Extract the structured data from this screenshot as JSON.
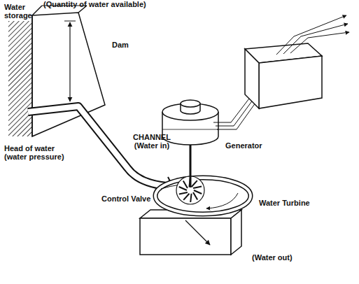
{
  "diagram": {
    "labels": [
      "Water storage",
      "(Quantity of water available)",
      "Dam",
      "CHANNEL (Water in)",
      "Head of water (water pressure)",
      "Generator",
      "Control Valve",
      "Water Turbine",
      "(Water out)"
    ]
  }
}
